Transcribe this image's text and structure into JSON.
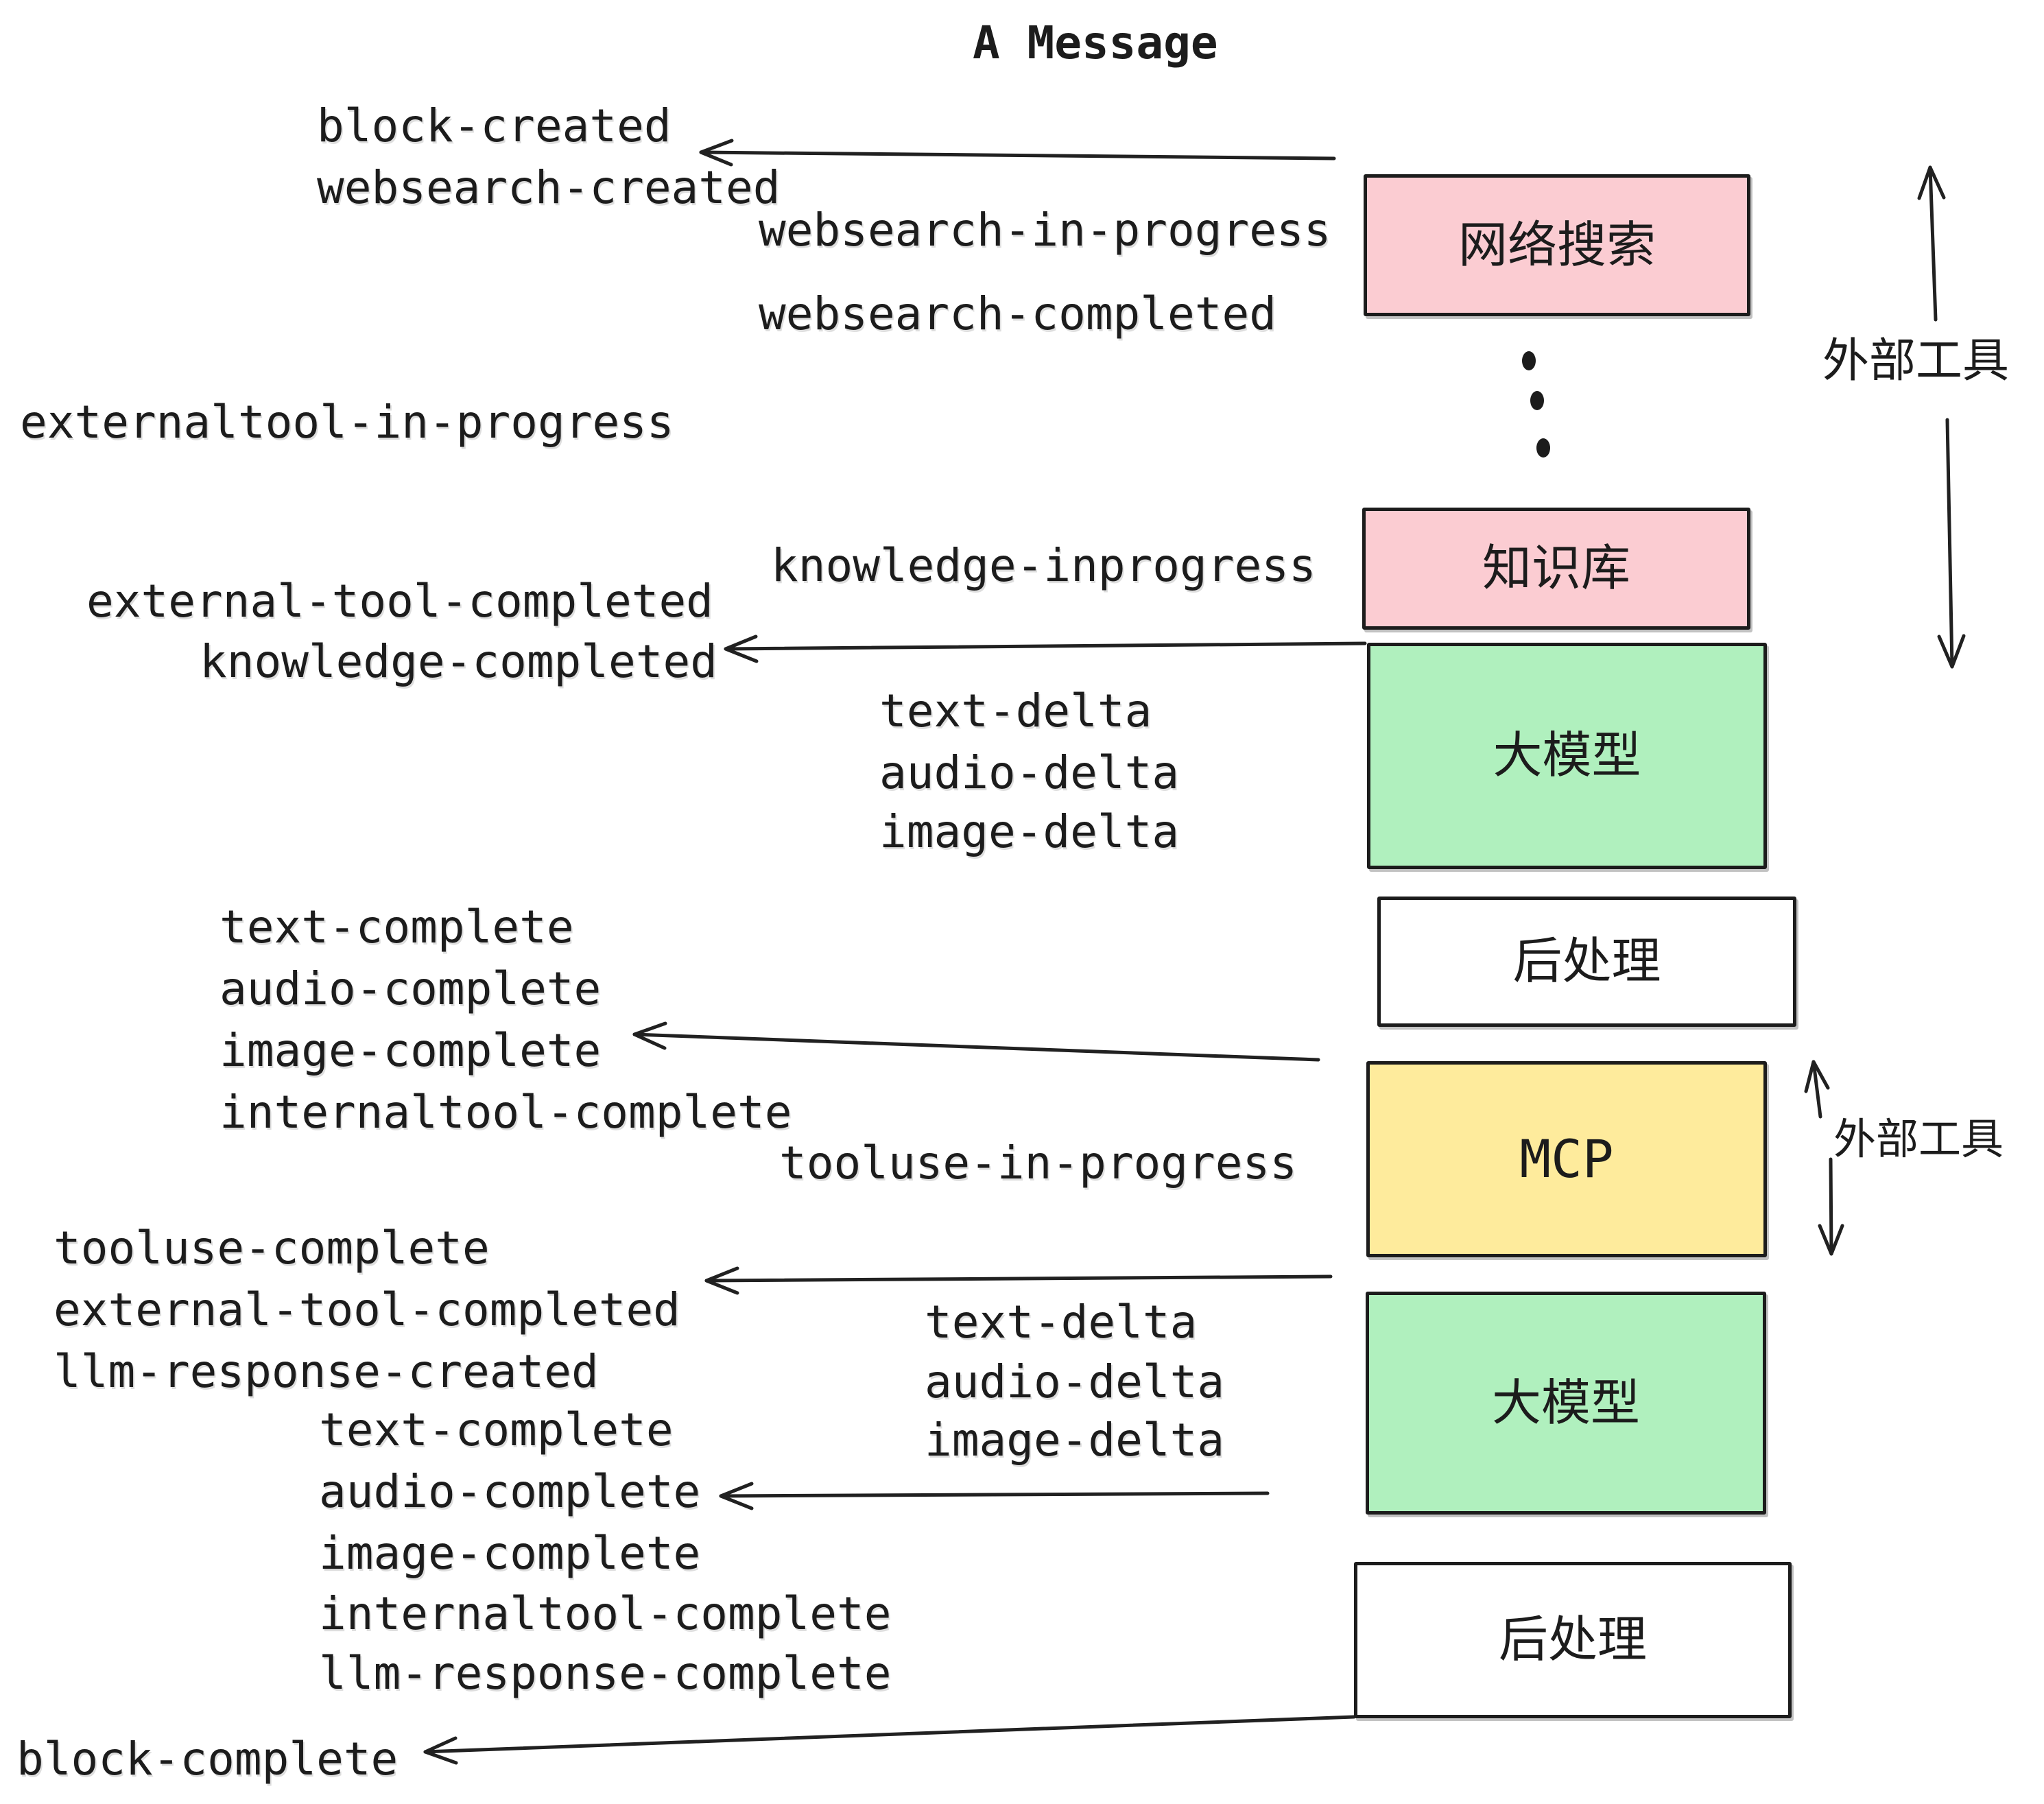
{
  "title": "A Message",
  "colors": {
    "background": "#FFFFFF",
    "stroke": "#1C1C1C",
    "box_pink": "#FBCCD2",
    "box_green": "#B0F0BE",
    "box_yellow": "#FEEB9C",
    "box_white": "#FFFFFF"
  },
  "boxes": {
    "websearch": "网络搜索",
    "knowledge": "知识库",
    "llm1": "大模型",
    "post1": "后处理",
    "mcp": "MCP",
    "llm2": "大模型",
    "post2": "后处理"
  },
  "side_labels": {
    "top": "外部工具",
    "middle": "外部工具"
  },
  "events": [
    "block-created",
    "websearch-created",
    "websearch-in-progress",
    "websearch-completed",
    "externaltool-in-progress",
    "knowledge-inprogress",
    "external-tool-completed",
    "knowledge-completed",
    "text-delta",
    "audio-delta",
    "image-delta",
    "text-complete",
    "audio-complete",
    "image-complete",
    "internaltool-complete",
    "tooluse-in-progress",
    "tooluse-complete",
    "external-tool-completed",
    "llm-response-created",
    "text-complete",
    "audio-complete",
    "image-complete",
    "internaltool-complete",
    "llm-response-complete",
    "block-complete",
    "text-delta",
    "audio-delta",
    "image-delta"
  ]
}
